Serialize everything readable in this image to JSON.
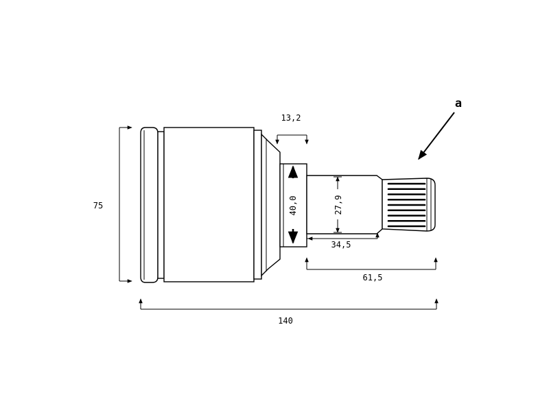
{
  "drawing": {
    "dimensions": {
      "total_length": "140",
      "outer_diameter": "75",
      "collar_width": "13,2",
      "collar_diameter": "40,0",
      "shaft_diameter": "27,9",
      "shaft_length": "34,5",
      "spline_length": "61,5"
    },
    "callout_label": "a"
  }
}
